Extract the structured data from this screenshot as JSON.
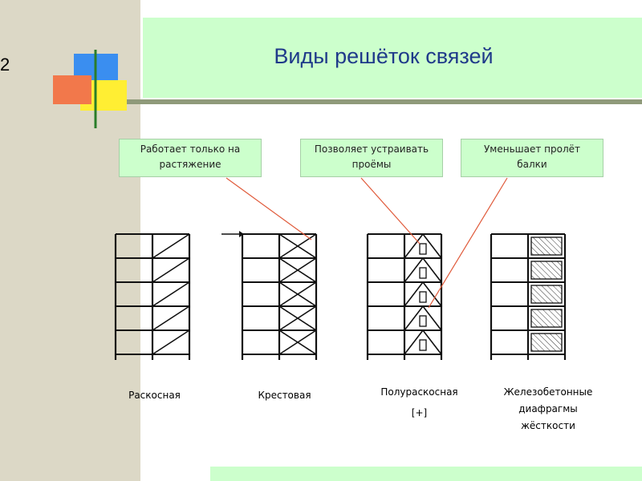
{
  "slide_number": "2",
  "title": "Виды решёток связей",
  "callouts": [
    {
      "line1": "Работает только на",
      "line2": "растяжение"
    },
    {
      "line1": "Позволяет устраивать",
      "line2": "проёмы"
    },
    {
      "line1": "Уменьшает пролёт",
      "line2": "балки"
    }
  ],
  "frames": [
    {
      "line1": "Раскосная",
      "line2": "",
      "line3": ""
    },
    {
      "line1": "Крестовая",
      "line2": "",
      "line3": ""
    },
    {
      "line1": "Полураскосная",
      "line2": "[+]",
      "line3": ""
    },
    {
      "line1": "Железобетонные",
      "line2": "диафрагмы",
      "line3": "жёсткости"
    }
  ],
  "colors": {
    "title_band": "#ccffcc",
    "title_text": "#1f3a8a",
    "callout_fill": "#ccffcc",
    "leader_line": "#e05a3a",
    "logo_orange": "#f2784b",
    "logo_blue": "#3a8ef0",
    "logo_yellow": "#ffee33",
    "logo_cross": "#2a7d2a"
  }
}
